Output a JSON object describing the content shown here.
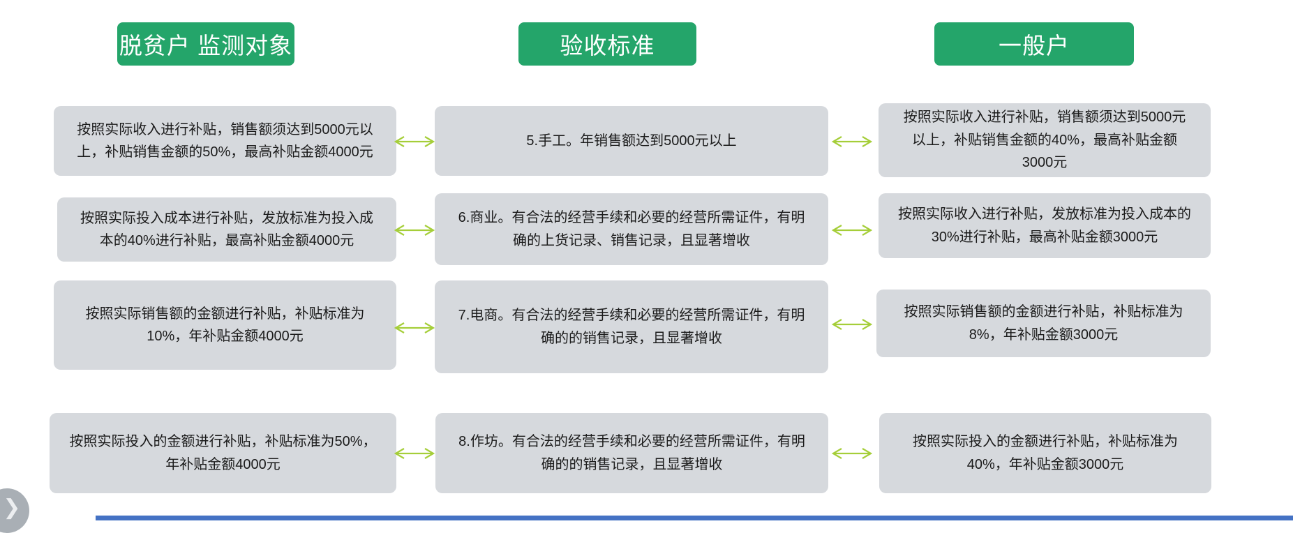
{
  "colors": {
    "header_bg": "#24A56A",
    "box_bg": "#D6D9DD",
    "arrow": "#A5CE39",
    "bottom_bar": "#4472C4",
    "nav_circle": "#A9AFB5"
  },
  "headers": [
    {
      "label": "脱贫户 监测对象"
    },
    {
      "label": "验收标准"
    },
    {
      "label": "一般户"
    }
  ],
  "rows": [
    {
      "left": "按照实际收入进行补贴，销售额须达到5000元以上，补贴销售金额的50%，最高补贴金额4000元",
      "center": "5.手工。年销售额达到5000元以上",
      "right": "按照实际收入进行补贴，销售额须达到5000元以上，补贴销售金额的40%，最高补贴金额3000元"
    },
    {
      "left": "按照实际投入成本进行补贴，发放标准为投入成本的40%进行补贴，最高补贴金额4000元",
      "center": "6.商业。有合法的经营手续和必要的经营所需证件，有明确的上货记录、销售记录，且显著增收",
      "right": "按照实际收入进行补贴，发放标准为投入成本的30%进行补贴，最高补贴金额3000元"
    },
    {
      "left": "按照实际销售额的金额进行补贴，补贴标准为10%，年补贴金额4000元",
      "center": "7.电商。有合法的经营手续和必要的经营所需证件，有明确的的销售记录，且显著增收",
      "right": "按照实际销售额的金额进行补贴，补贴标准为8%，年补贴金额3000元"
    },
    {
      "left": "按照实际投入的金额进行补贴，补贴标准为50%，年补贴金额4000元",
      "center": "8.作坊。有合法的经营手续和必要的经营所需证件，有明确的的销售记录，且显著增收",
      "right": "按照实际投入的金额进行补贴，补贴标准为40%，年补贴金额3000元"
    }
  ],
  "nav": {
    "next_glyph": "❯"
  }
}
